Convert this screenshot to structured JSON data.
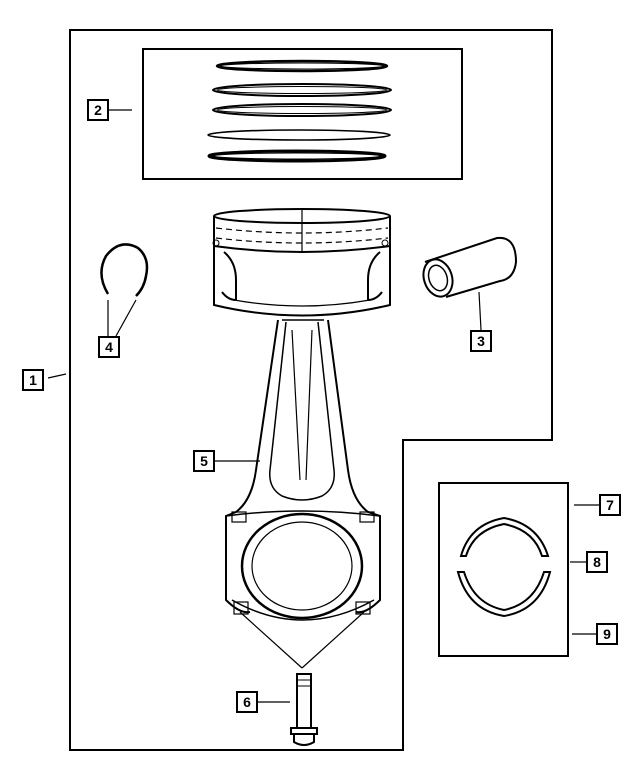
{
  "diagram": {
    "callouts": [
      {
        "id": "1",
        "label": "1",
        "part": "piston-and-rod-assembly"
      },
      {
        "id": "2",
        "label": "2",
        "part": "piston-ring-set"
      },
      {
        "id": "3",
        "label": "3",
        "part": "piston-pin"
      },
      {
        "id": "4",
        "label": "4",
        "part": "piston-pin-retainer"
      },
      {
        "id": "5",
        "label": "5",
        "part": "connecting-rod"
      },
      {
        "id": "6",
        "label": "6",
        "part": "connecting-rod-bolt"
      },
      {
        "id": "7",
        "label": "7",
        "part": "bearing-set"
      },
      {
        "id": "8",
        "label": "8",
        "part": "upper-bearing-shell"
      },
      {
        "id": "9",
        "label": "9",
        "part": "lower-bearing-shell"
      }
    ],
    "line_color": "#000000",
    "background": "#ffffff"
  }
}
